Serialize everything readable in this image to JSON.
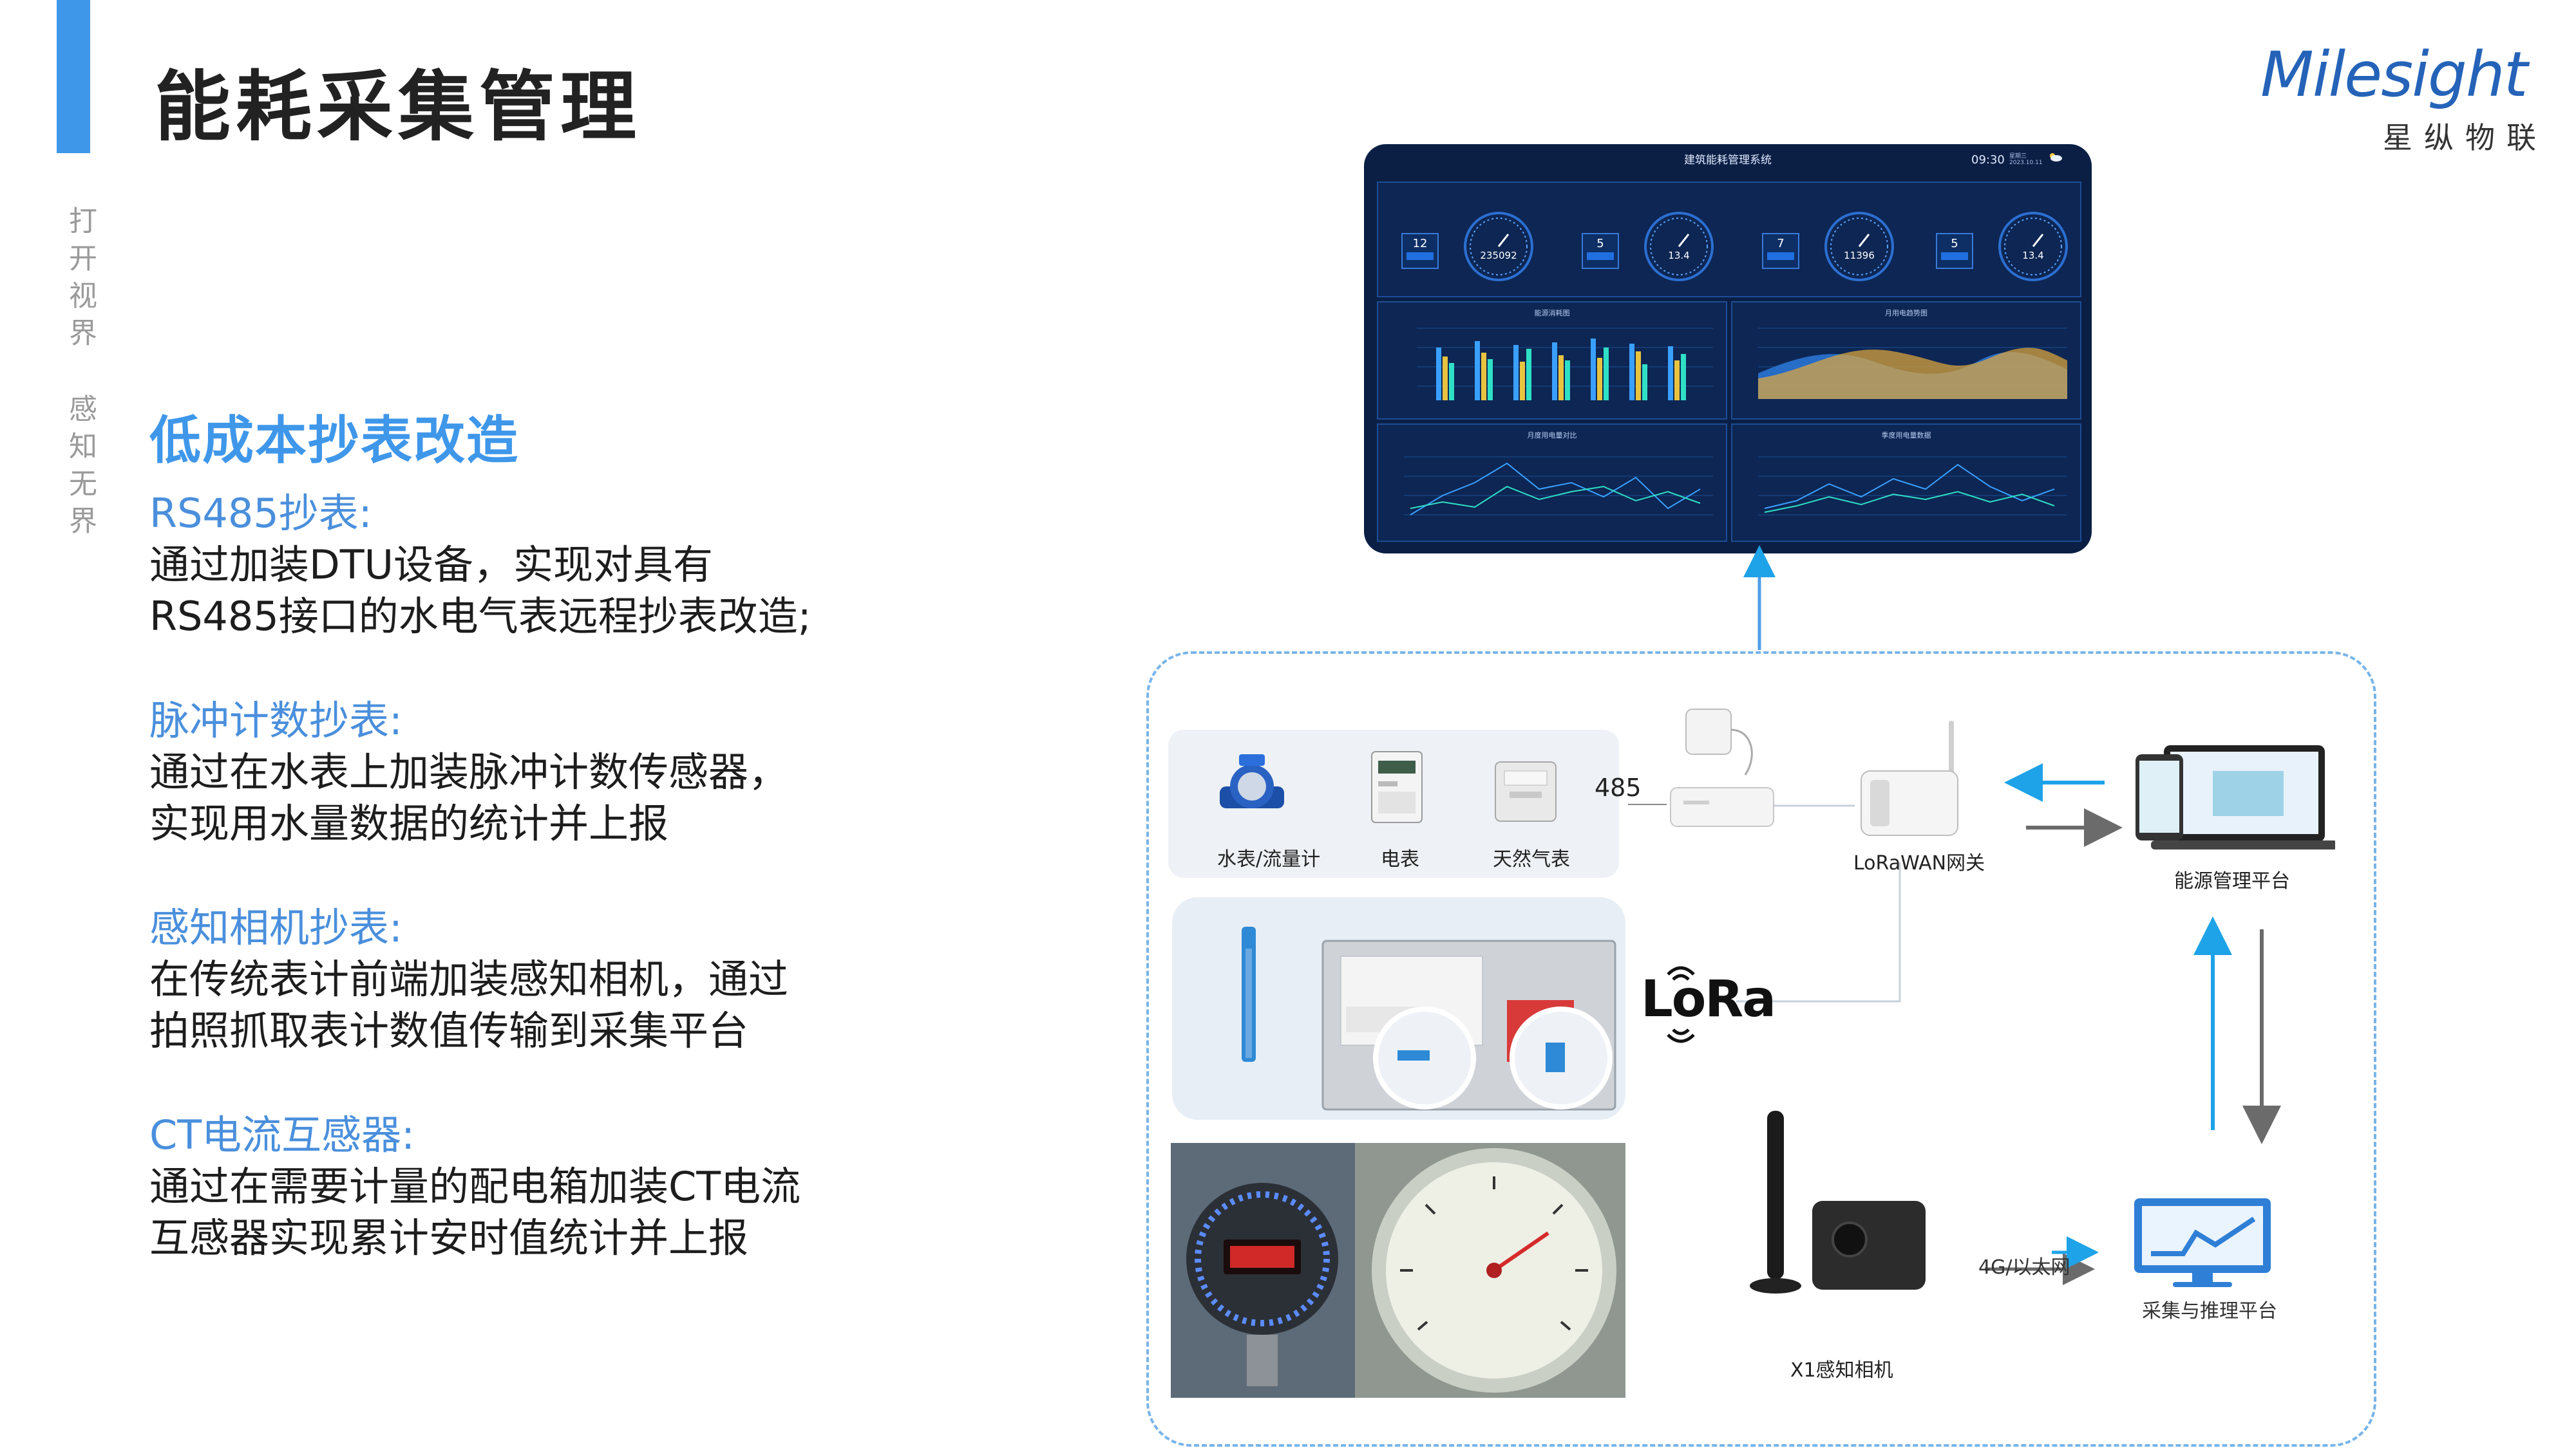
{
  "header": {
    "title": "能耗采集管理",
    "side_labels": [
      "打开视界",
      "感知无界"
    ]
  },
  "logo": {
    "wordmark": "Milesight",
    "subtitle": "星纵物联",
    "color": "#2563b8"
  },
  "colors": {
    "accent": "#3f97ea",
    "title_blue": "#4a8fdc",
    "dashboard_bg": "#0b1f45",
    "frame_dash": "#78b4e8",
    "arrow_blue": "#1ea2e8",
    "arrow_gray": "#6b6b6b"
  },
  "content": {
    "heading": "低成本抄表改造",
    "items": [
      {
        "title": "RS485抄表:",
        "lines": [
          "通过加装DTU设备，实现对具有",
          "RS485接口的水电气表远程抄表改造;"
        ]
      },
      {
        "title": "脉冲计数抄表:",
        "lines": [
          "通过在水表上加装脉冲计数传感器，",
          "实现用水量数据的统计并上报"
        ]
      },
      {
        "title": "感知相机抄表:",
        "lines": [
          "在传统表计前端加装感知相机，通过",
          "拍照抓取表计数值传输到采集平台"
        ]
      },
      {
        "title": "CT电流互感器:",
        "lines": [
          "通过在需要计量的配电箱加装CT电流",
          "互感器实现累计安时值统计并上报"
        ]
      }
    ]
  },
  "dashboard": {
    "title": "建筑能耗管理系统",
    "time": "09:30",
    "date": "星期三 2023.10.11",
    "weather_icon": "cloud-sun-icon",
    "kpis": [
      {
        "badge_value": "12",
        "gauge_value": "235092"
      },
      {
        "badge_value": "5",
        "gauge_value": "13.4"
      },
      {
        "badge_value": "7",
        "gauge_value": "11396"
      },
      {
        "badge_value": "5",
        "gauge_value": "13.4"
      }
    ],
    "panels": [
      "能源消耗图",
      "月用电趋势图",
      "月度用电量对比",
      "季度用电量数据"
    ]
  },
  "diagram": {
    "meters": [
      "水表/流量计",
      "电表",
      "天然气表"
    ],
    "label_485": "485",
    "gateway": "LoRaWAN网关",
    "platform": "能源管理平台",
    "lora": "LoRa",
    "camera": "X1感知相机",
    "link_4g": "4G/以太网",
    "collect_platform": "采集与推理平台"
  }
}
